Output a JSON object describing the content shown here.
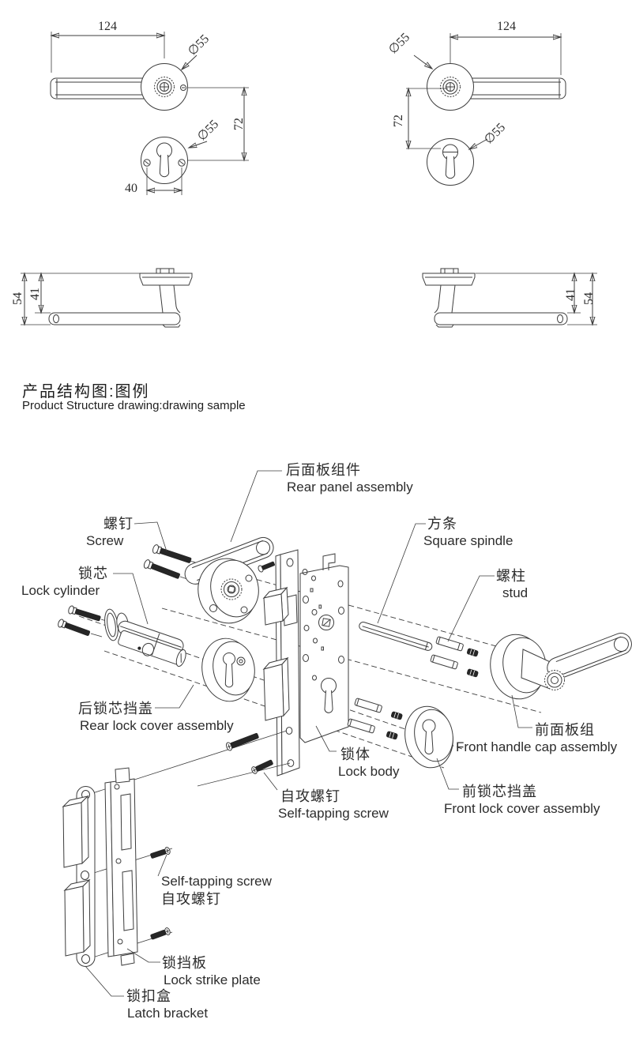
{
  "title": {
    "cn": "产品结构图:图例",
    "en": "Product Structure drawing:drawing sample"
  },
  "dimensions": {
    "handle_length": "124",
    "rose_diameter": "∅55",
    "center_distance": "72",
    "screw_spacing": "40",
    "side_total_height": "54",
    "side_inner_height": "41"
  },
  "parts": {
    "rear_panel": {
      "cn": "后面板组件",
      "en": "Rear panel assembly"
    },
    "screw": {
      "cn": "螺钉",
      "en": "Screw"
    },
    "lock_cylinder": {
      "cn": "锁芯",
      "en": "Lock cylinder"
    },
    "square_spindle": {
      "cn": "方条",
      "en": "Square spindle"
    },
    "stud": {
      "cn": "螺柱",
      "en": "stud"
    },
    "rear_lock_cover": {
      "cn": "后锁芯挡盖",
      "en": "Rear lock cover assembly"
    },
    "lock_body": {
      "cn": "锁体",
      "en": "Lock body"
    },
    "self_tapping_screw": {
      "cn": "自攻螺钉",
      "en": "Self-tapping screw"
    },
    "front_handle_cap": {
      "cn": "前面板组",
      "en": "Front handle cap assembly"
    },
    "front_lock_cover": {
      "cn": "前锁芯挡盖",
      "en": "Front lock cover assembly"
    },
    "lock_strike_plate": {
      "cn": "锁挡板",
      "en": "Lock strike plate"
    },
    "latch_bracket": {
      "cn": "锁扣盒",
      "en": "Latch bracket"
    }
  },
  "colors": {
    "line": "#3d3d3d",
    "fill_dark": "#262626",
    "background": "#ffffff"
  }
}
